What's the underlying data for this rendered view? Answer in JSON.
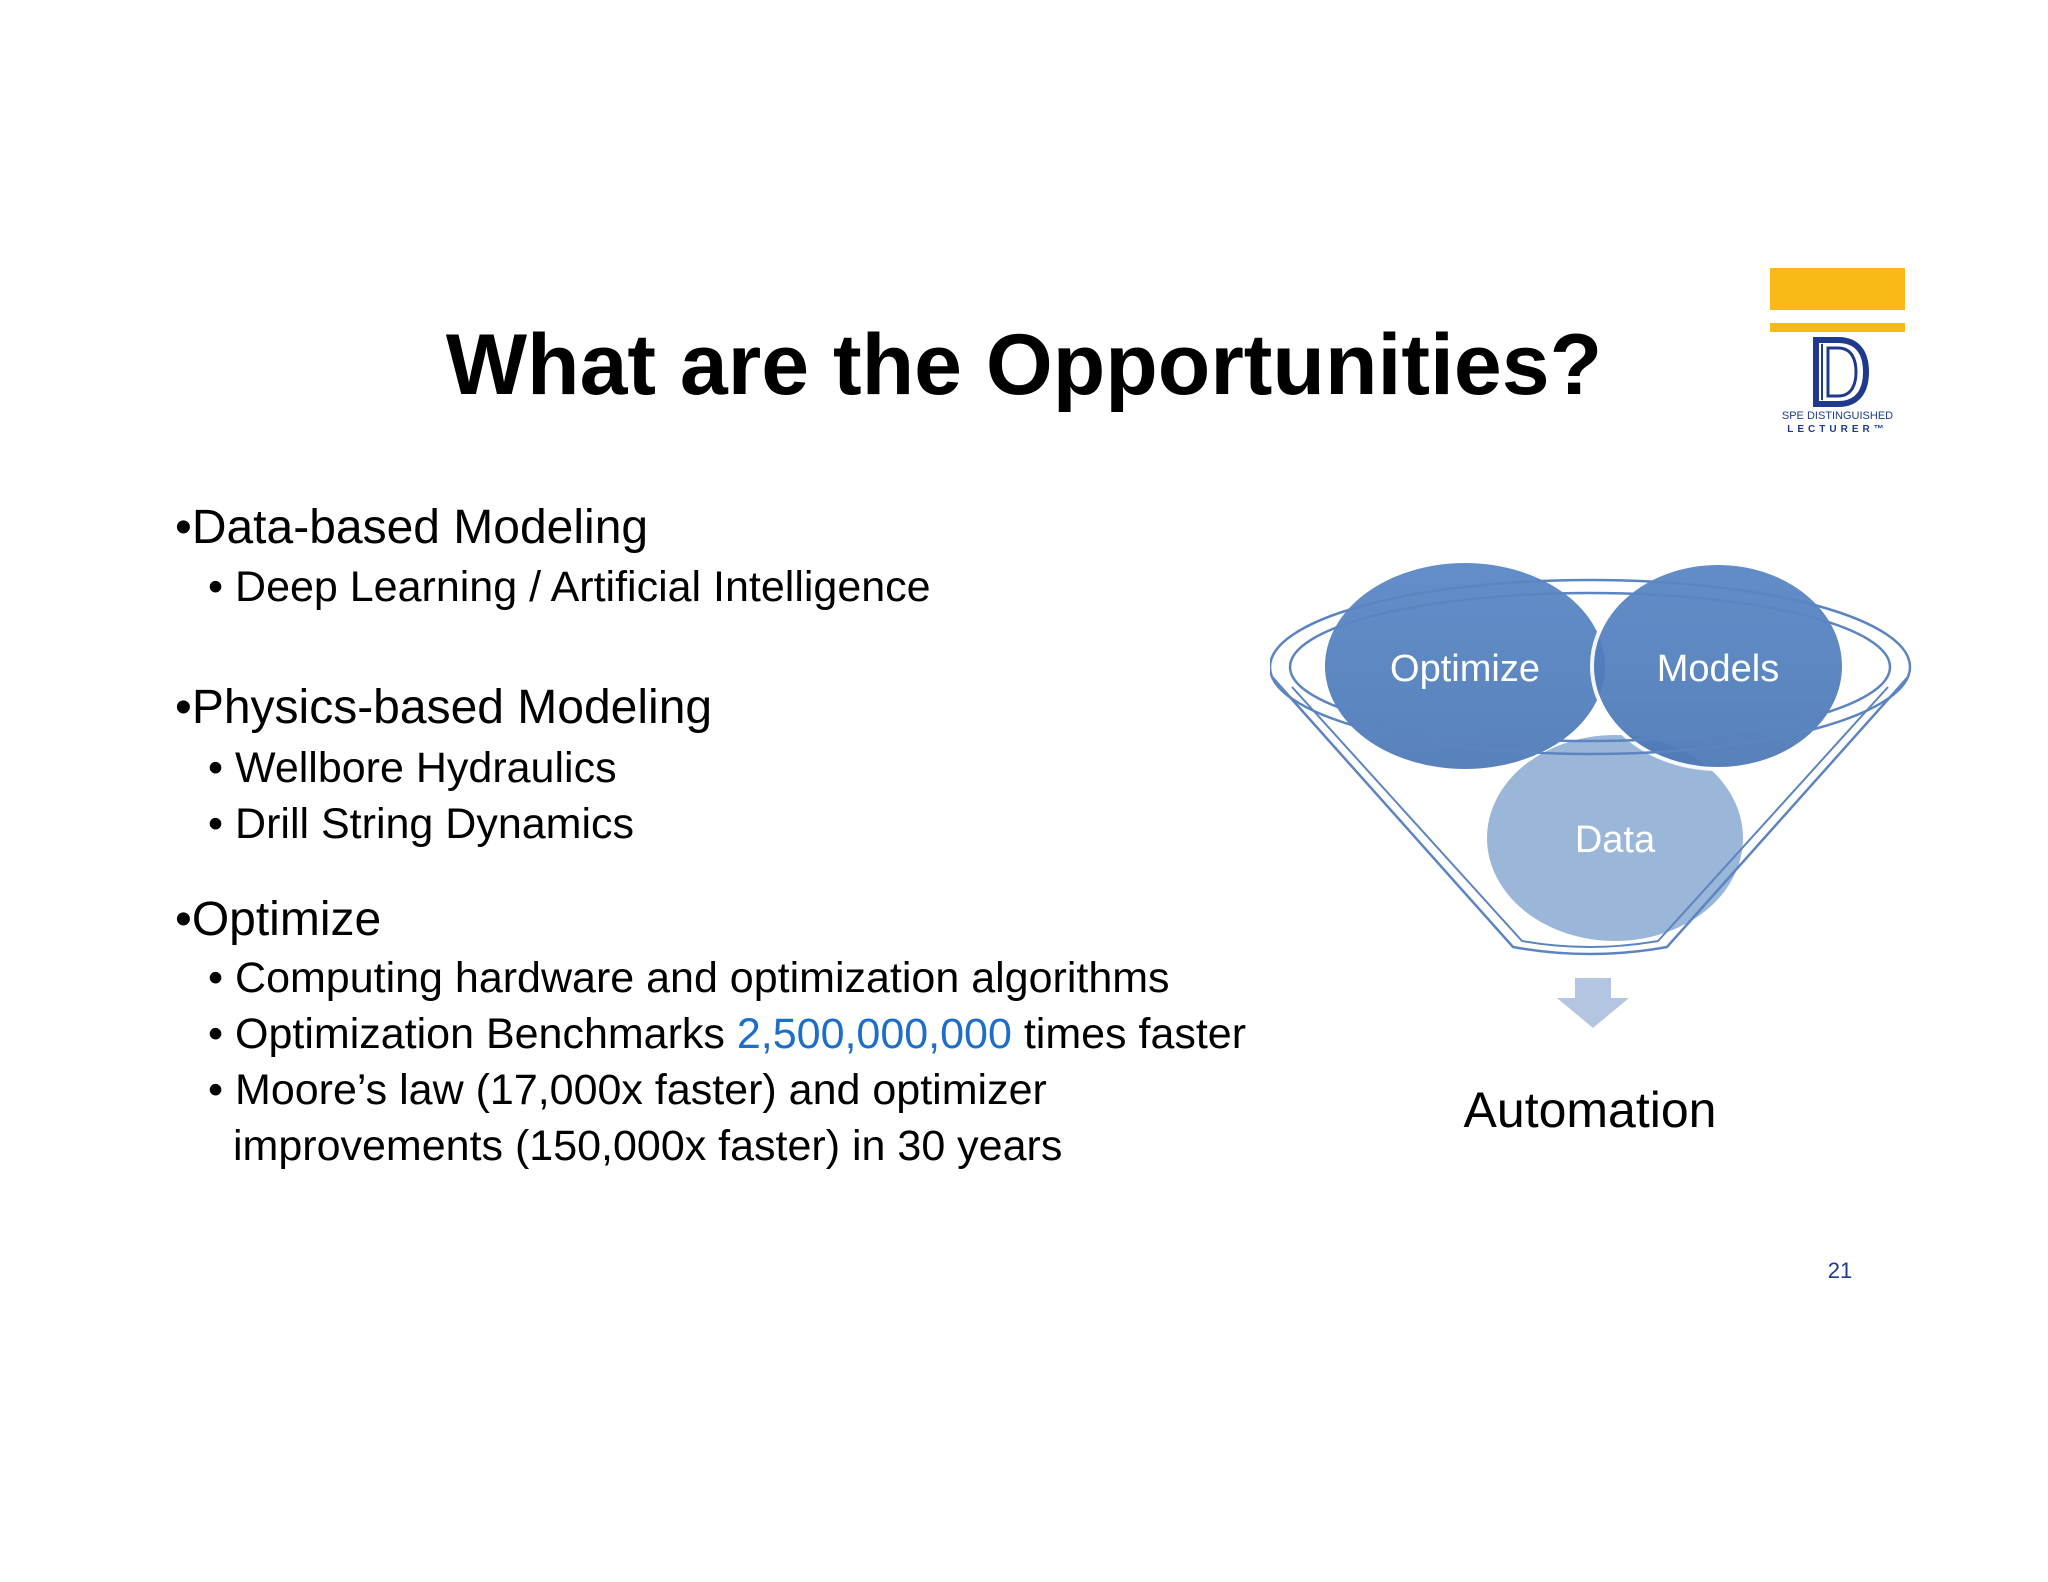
{
  "slide": {
    "title": "What are the Opportunities?",
    "page_number": "21"
  },
  "logo": {
    "letter": "D",
    "line1": "SPE DISTINGUISHED",
    "line2": "LECTURER™",
    "brand_color": "#fbb917",
    "text_color": "#1f3a8c"
  },
  "bullets": [
    {
      "text": "Data-based Modeling",
      "sub": [
        {
          "text": "Deep Learning / Artificial Intelligence"
        }
      ]
    },
    {
      "text": "Physics-based Modeling",
      "sub": [
        {
          "text": "Wellbore Hydraulics"
        },
        {
          "text": "Drill String Dynamics"
        }
      ]
    },
    {
      "text": "Optimize",
      "sub": [
        {
          "text": "Computing hardware and optimization algorithms"
        },
        {
          "pre": "Optimization Benchmarks ",
          "highlight": "2,500,000,000",
          "post": " times faster"
        },
        {
          "line1": "Moore’s law (17,000x faster) and optimizer",
          "line2": "improvements (150,000x faster) in 30 years"
        }
      ]
    }
  ],
  "diagram": {
    "circles": {
      "optimize": "Optimize",
      "models": "Models",
      "data": "Data"
    },
    "output": "Automation",
    "colors": {
      "dark_circle": "#4f7ebd",
      "light_circle": "#95b3d7",
      "funnel_stroke": "#5b84c0",
      "arrow": "#b4c5e1"
    }
  },
  "bullet_glyph": "•"
}
